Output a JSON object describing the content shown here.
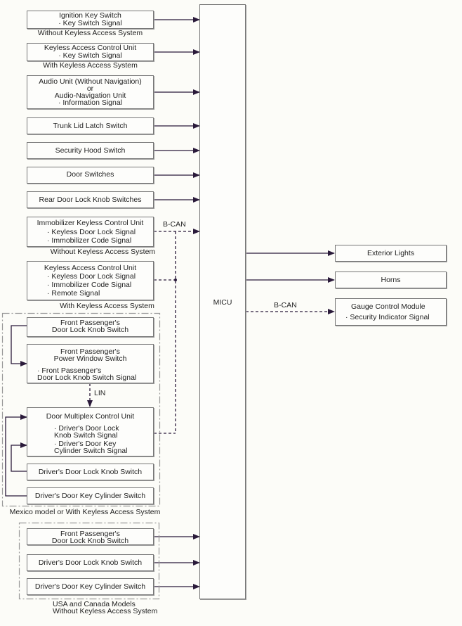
{
  "micu": "MICU",
  "bcan": "B-CAN",
  "lin": "LIN",
  "ignition": {
    "title": "Ignition Key Switch",
    "signal": "· Key Switch Signal",
    "caption": "Without Keyless Access System"
  },
  "kacu1": {
    "title": "Keyless Access Control Unit",
    "signal": "· Key Switch Signal",
    "caption": "With Keyless Access System"
  },
  "audio": {
    "line1": "Audio Unit (Without Navigation)",
    "line2": "or",
    "line3": "Audio-Navigation Unit",
    "line4": "· Information Signal"
  },
  "trunk": "Trunk Lid Latch Switch",
  "hood": "Security Hood Switch",
  "doors": "Door Switches",
  "rear_knob": "Rear Door Lock Knob Switches",
  "immobilizer": {
    "title": "Immobilizer Keyless Control Unit",
    "sig1": "· Keyless Door Lock Signal",
    "sig2": "· Immobilizer Code Signal",
    "caption": "Without Keyless Access System"
  },
  "kacu2": {
    "title": "Keyless Access Control Unit",
    "sig1": "· Keyless Door Lock Signal",
    "sig2": "· Immobilizer Code Signal",
    "sig3": "· Remote Signal",
    "caption": "With Keyless Access System"
  },
  "mexico": {
    "fp_knob": {
      "line1": "Front Passenger's",
      "line2": "Door Lock Knob Switch"
    },
    "fp_power": {
      "line1": "Front Passenger's",
      "line2": "Power Window Switch",
      "line3": "· Front Passenger's",
      "line4": "Door Lock Knob Switch Signal"
    },
    "dmcu": {
      "title": "Door Multiplex Control Unit",
      "sig1": "· Driver's Door Lock",
      "sig1b": "Knob Switch Signal",
      "sig2": "· Driver's Door Key",
      "sig2b": "Cylinder Switch Signal"
    },
    "drv_knob": "Driver's Door Lock Knob Switch",
    "drv_cyl": "Driver's Door Key Cylinder Switch",
    "caption": "Mexico model or With Keyless Access System"
  },
  "usa": {
    "fp_knob": {
      "line1": "Front Passenger's",
      "line2": "Door Lock Knob Switch"
    },
    "drv_knob": "Driver's Door Lock Knob Switch",
    "drv_cyl": "Driver's Door Key Cylinder Switch",
    "caption1": "USA and Canada Models",
    "caption2": "Without Keyless Access System"
  },
  "outputs": {
    "exterior": "Exterior Lights",
    "horns": "Horns",
    "gauge": {
      "title": "Gauge Control Module",
      "signal": "· Security Indicator Signal"
    }
  }
}
